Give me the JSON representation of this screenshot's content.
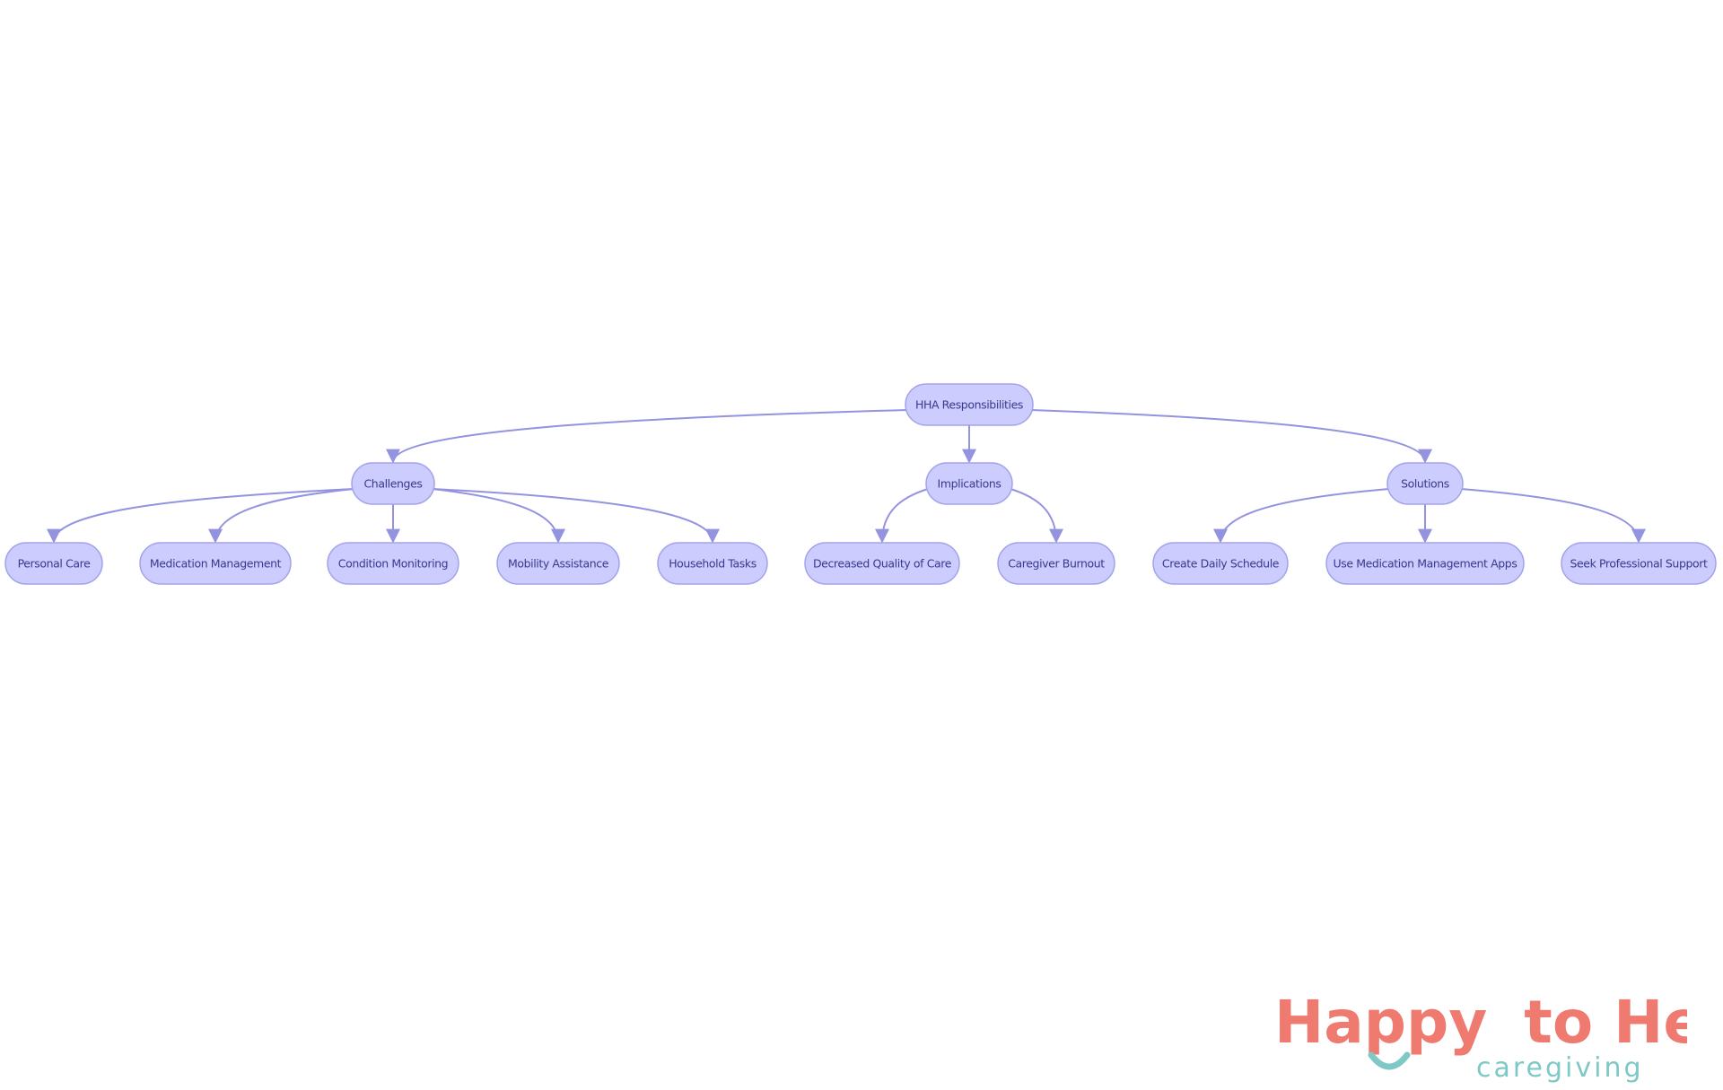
{
  "colors": {
    "node_fill": "#ccccff",
    "node_stroke": "#a3a3e8",
    "edge": "#9393e0",
    "node_text": "#3a3a8c",
    "logo_coral": "#ef7a6f",
    "logo_teal": "#7ec8c6"
  },
  "diagram": {
    "type": "flowchart-tree",
    "nodes": [
      {
        "id": "root",
        "label": "HHA Responsibilities"
      },
      {
        "id": "challenges",
        "label": "Challenges"
      },
      {
        "id": "implications",
        "label": "Implications"
      },
      {
        "id": "solutions",
        "label": "Solutions"
      },
      {
        "id": "personal-care",
        "label": "Personal Care"
      },
      {
        "id": "medication-management",
        "label": "Medication Management"
      },
      {
        "id": "condition-monitoring",
        "label": "Condition Monitoring"
      },
      {
        "id": "mobility-assistance",
        "label": "Mobility Assistance"
      },
      {
        "id": "household-tasks",
        "label": "Household Tasks"
      },
      {
        "id": "decreased-quality",
        "label": "Decreased Quality of Care"
      },
      {
        "id": "caregiver-burnout",
        "label": "Caregiver Burnout"
      },
      {
        "id": "create-daily-schedule",
        "label": "Create Daily Schedule"
      },
      {
        "id": "use-med-apps",
        "label": "Use Medication Management Apps"
      },
      {
        "id": "seek-support",
        "label": "Seek Professional Support"
      }
    ],
    "edges": [
      {
        "from": "root",
        "to": "challenges"
      },
      {
        "from": "root",
        "to": "implications"
      },
      {
        "from": "root",
        "to": "solutions"
      },
      {
        "from": "challenges",
        "to": "personal-care"
      },
      {
        "from": "challenges",
        "to": "medication-management"
      },
      {
        "from": "challenges",
        "to": "condition-monitoring"
      },
      {
        "from": "challenges",
        "to": "mobility-assistance"
      },
      {
        "from": "challenges",
        "to": "household-tasks"
      },
      {
        "from": "implications",
        "to": "decreased-quality"
      },
      {
        "from": "implications",
        "to": "caregiver-burnout"
      },
      {
        "from": "solutions",
        "to": "create-daily-schedule"
      },
      {
        "from": "solutions",
        "to": "use-med-apps"
      },
      {
        "from": "solutions",
        "to": "seek-support"
      }
    ]
  },
  "logo": {
    "wordmark_part1": "Happy",
    "wordmark_part2": "to Help",
    "tagline": "caregiving"
  }
}
